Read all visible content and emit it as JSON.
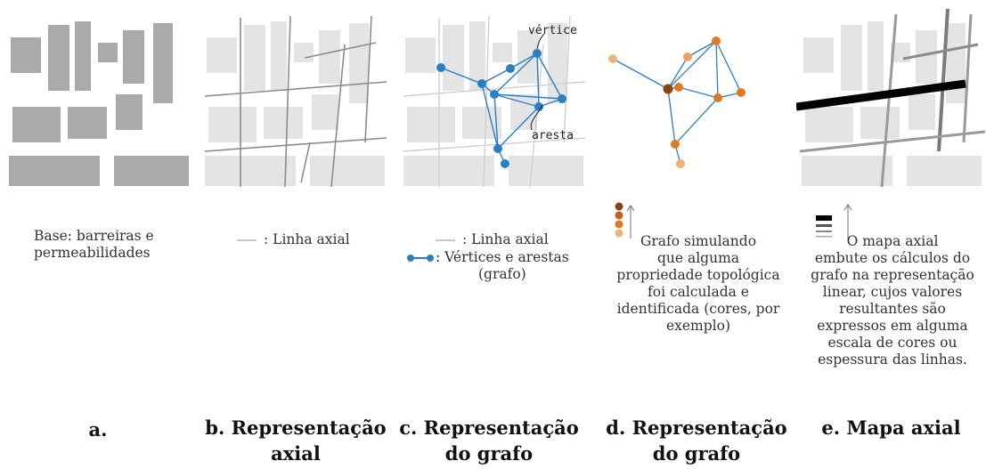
{
  "colors": {
    "block": "#aaaaaa",
    "light_block": "#e4e4e4",
    "axial_line": "#b3b3b3",
    "graph_blue": "#2a7fc4",
    "orange": "#e07a1f",
    "light_orange": "#f3b17a",
    "dark_brown": "#8a4410",
    "thick_line": "#000000",
    "mid_gray_line": "#7a7a7a"
  },
  "annotations": {
    "vertex": "vértice",
    "edge": "aresta"
  },
  "panels": [
    {
      "desc": "Base: barreiras e\npermeabilidades",
      "caption_1": "a.",
      "caption_2": ""
    },
    {
      "legend_line": ": Linha axial",
      "caption_1": "b. Representação",
      "caption_2": "axial"
    },
    {
      "legend_line": ": Linha axial",
      "legend_graph": ": Vértices e arestas\n(grafo)",
      "caption_1": "c. Representação",
      "caption_2": "do grafo"
    },
    {
      "desc": "Grafo simulando\nque alguma\npropriedade topológica\nfoi calculada e\nidentificada (cores, por\nexemplo)",
      "caption_1": "d. Representação",
      "caption_2": "do grafo"
    },
    {
      "desc": "O mapa axial\nembute os cálculos do\ngrafo na representação\nlinear, cujos valores\nresultantes são\nexpressos em alguma\nescala de cores ou\nespessura das linhas.",
      "caption_1": "e. Mapa axial",
      "caption_2": ""
    }
  ]
}
